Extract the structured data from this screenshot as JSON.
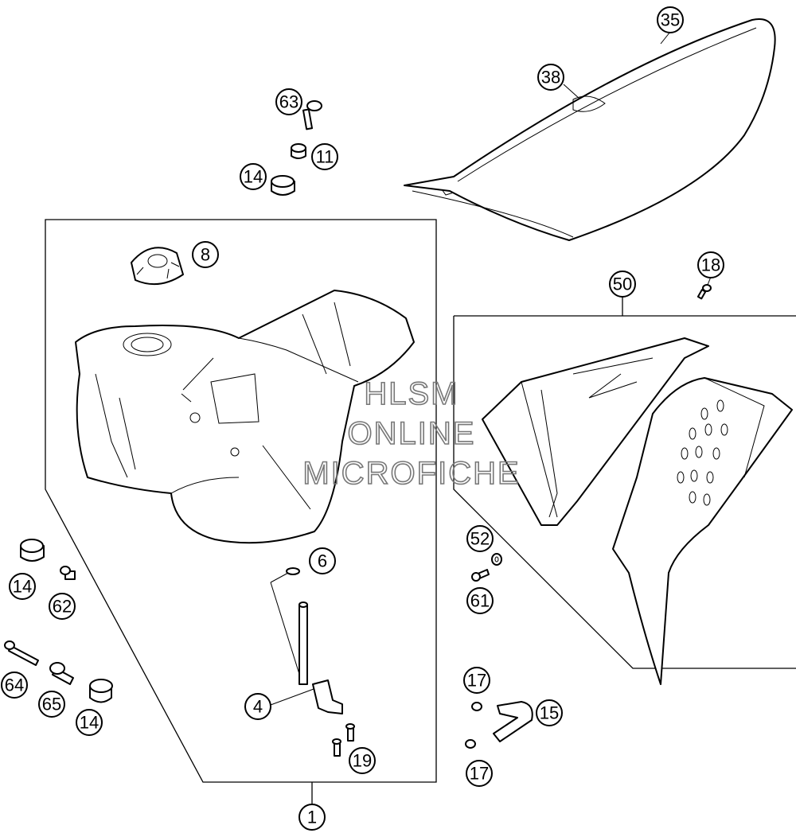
{
  "callouts": [
    {
      "id": "c35",
      "label": "35"
    },
    {
      "id": "c38",
      "label": "38"
    },
    {
      "id": "c63",
      "label": "63"
    },
    {
      "id": "c11",
      "label": "11"
    },
    {
      "id": "c14a",
      "label": "14"
    },
    {
      "id": "c8",
      "label": "8"
    },
    {
      "id": "c18",
      "label": "18"
    },
    {
      "id": "c50",
      "label": "50"
    },
    {
      "id": "c6",
      "label": "6"
    },
    {
      "id": "c52",
      "label": "52"
    },
    {
      "id": "c61",
      "label": "61"
    },
    {
      "id": "c14b",
      "label": "14"
    },
    {
      "id": "c62",
      "label": "62"
    },
    {
      "id": "c64",
      "label": "64"
    },
    {
      "id": "c65",
      "label": "65"
    },
    {
      "id": "c14c",
      "label": "14"
    },
    {
      "id": "c4",
      "label": "4"
    },
    {
      "id": "c17a",
      "label": "17"
    },
    {
      "id": "c15",
      "label": "15"
    },
    {
      "id": "c17b",
      "label": "17"
    },
    {
      "id": "c19",
      "label": "19"
    },
    {
      "id": "c1",
      "label": "1"
    }
  ],
  "watermark": {
    "line1": "HLSM",
    "line2": "ONLINE",
    "line3": "MICROFICHE"
  }
}
